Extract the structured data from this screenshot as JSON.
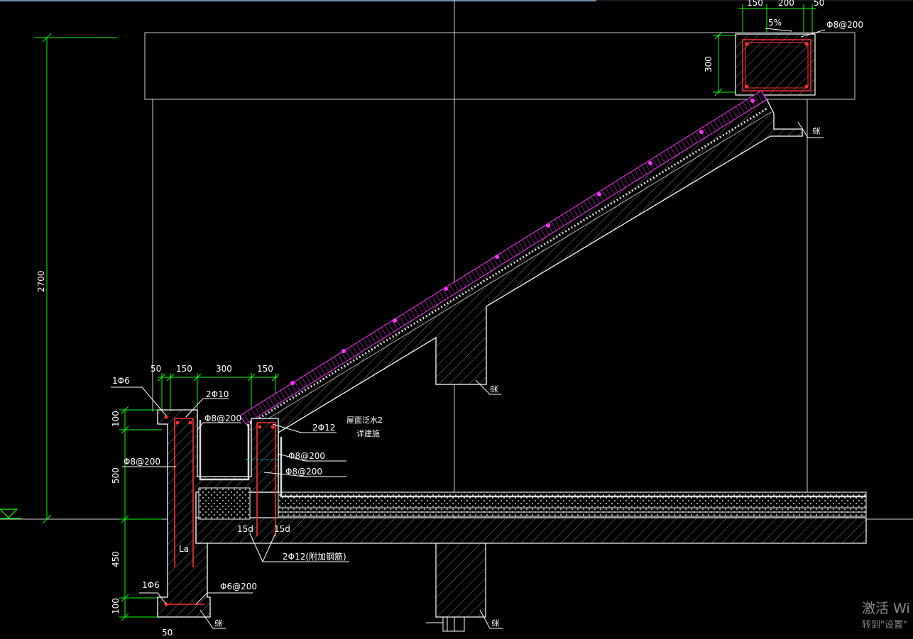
{
  "dimensions": {
    "overall_height": "2700",
    "gutter_widths": [
      "50",
      "150",
      "300",
      "150"
    ],
    "gutter_heights": [
      "100",
      "500",
      "450",
      "100"
    ],
    "top_beam_widths": [
      "150",
      "200",
      "50"
    ],
    "top_beam_height": "300",
    "slope": "5%",
    "lap_15d_left": "15d",
    "lap_15d_right": "15d",
    "la": "La",
    "bottom_50": "50"
  },
  "rebar_labels": {
    "top_stirrup": "Φ8@200",
    "outer_top_bar": "1Φ6",
    "two_phi10": "2Φ10",
    "gutter_stirrup": "Φ8@200",
    "wall_stirrup_left": "Φ8@200",
    "two_phi12": "2Φ12",
    "right_stirrup_1": "Φ8@200",
    "right_stirrup_2": "Φ8@200",
    "added_bars": "2Φ12(附加钢筋)",
    "bottom_bar": "1Φ6",
    "bottom_stirrup": "Φ6@200"
  },
  "notes": {
    "roof_waterproof": "屋面泛水2",
    "detail_ref": "详建施"
  },
  "beam_tags": {
    "upper_right": "梁",
    "mid_beam": "梁",
    "lower_left": "梁",
    "lower_mid": "梁"
  },
  "watermark": {
    "line1": "激活 Wi",
    "line2": "转到\"设置\""
  },
  "colors": {
    "background": "#000000",
    "linework": "#ffffff",
    "dimension": "#00ff00",
    "rebar": "#ff3030",
    "finish": "#ff33ff",
    "hatch": "#9a9a9a"
  }
}
